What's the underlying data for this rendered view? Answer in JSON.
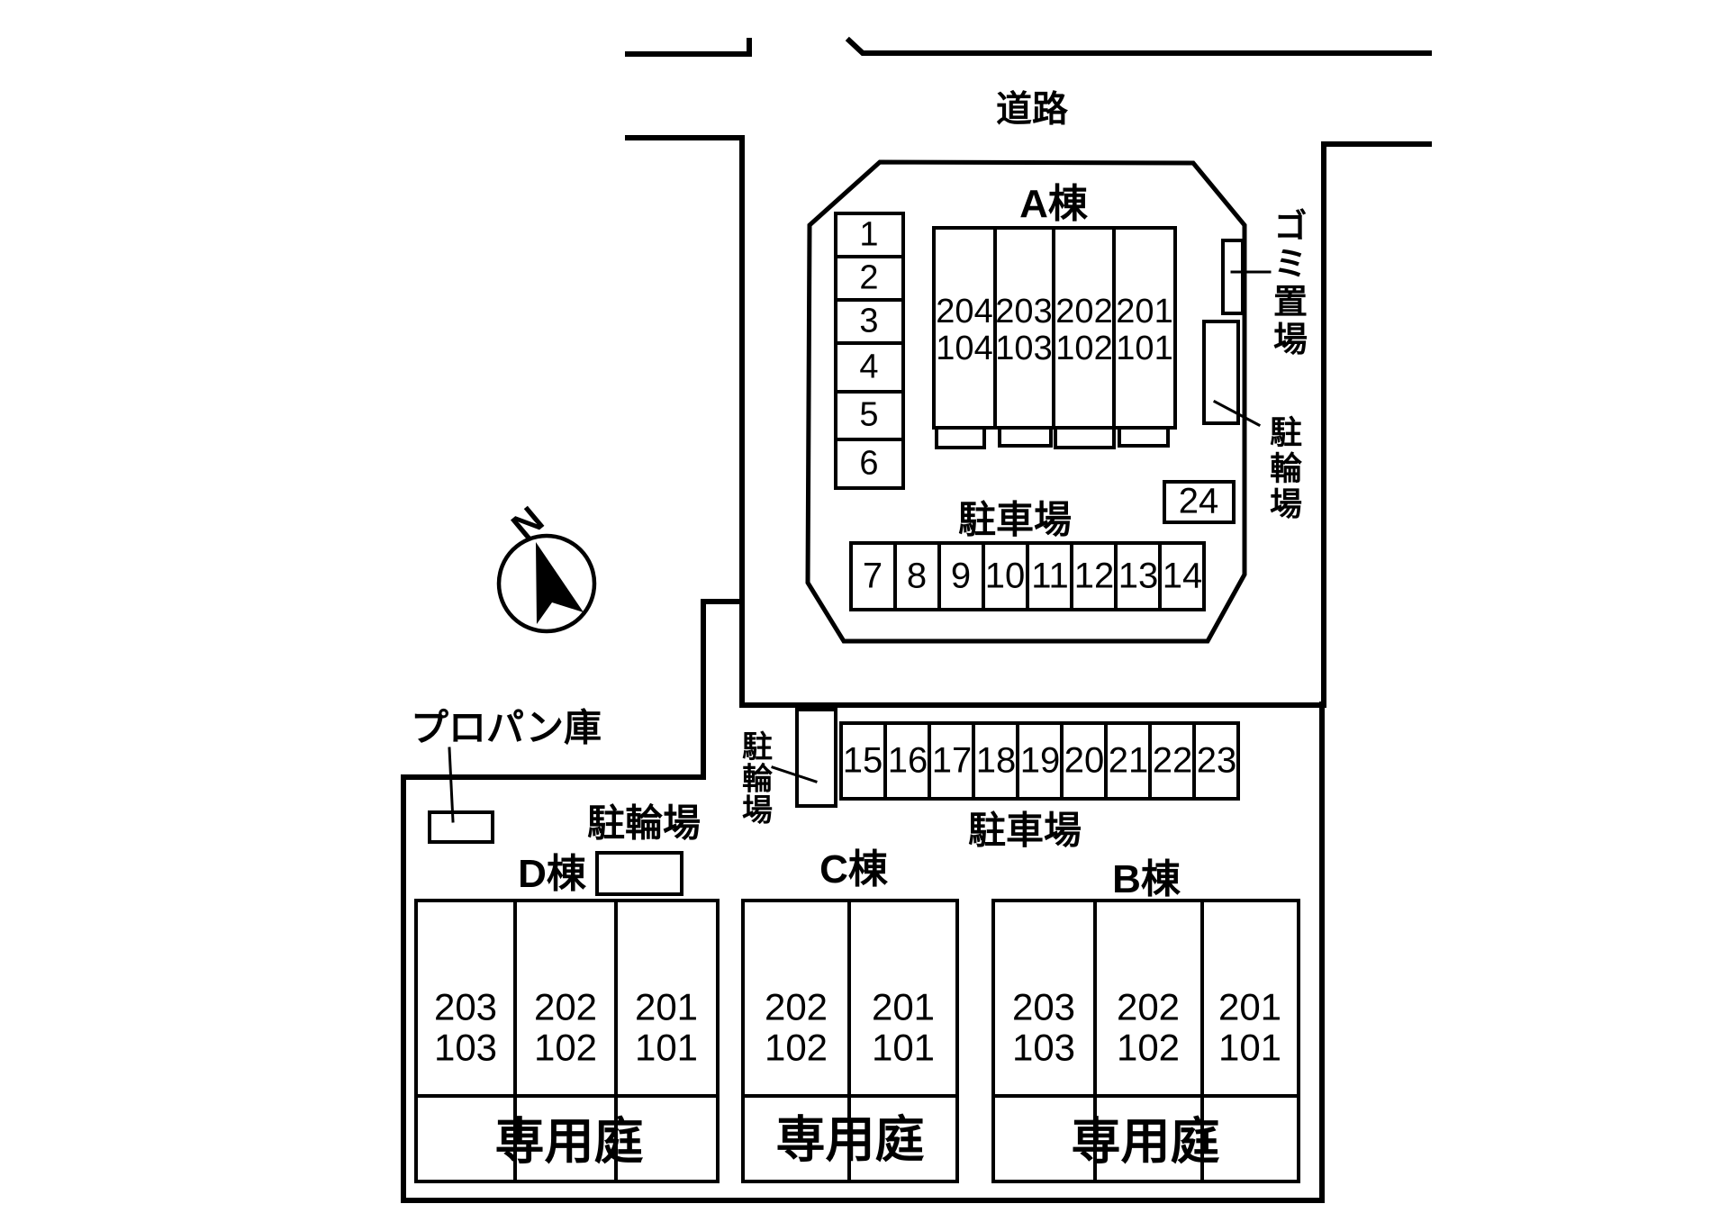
{
  "site": {
    "road_label": "道路",
    "north_label": "N",
    "labels": {
      "parking_lot_upper": "駐車場",
      "parking_lot_lower": "駐車場",
      "garbage_area": "ゴミ置場",
      "bicycle_parking_a": "駐輪場",
      "bicycle_parking_mid": "駐輪場",
      "bicycle_parking_d": "駐輪場",
      "propane_storage": "プロパン庫",
      "private_garden": "専用庭"
    },
    "buildings": {
      "a": {
        "name": "A棟",
        "units": [
          "204\n104",
          "203\n103",
          "202\n102",
          "201\n101"
        ]
      },
      "b": {
        "name": "B棟",
        "units": [
          "203\n103",
          "202\n102",
          "201\n101"
        ]
      },
      "c": {
        "name": "C棟",
        "units": [
          "202\n102",
          "201\n101"
        ]
      },
      "d": {
        "name": "D棟",
        "units": [
          "203\n103",
          "202\n102",
          "201\n101"
        ]
      }
    },
    "parking": {
      "stalls_1_6": [
        "1",
        "2",
        "3",
        "4",
        "5",
        "6"
      ],
      "stalls_7_14": [
        "7",
        "8",
        "9",
        "10",
        "11",
        "12",
        "13",
        "14"
      ],
      "stalls_15_23": [
        "15",
        "16",
        "17",
        "18",
        "19",
        "20",
        "21",
        "22",
        "23"
      ],
      "stall_24": "24"
    }
  }
}
